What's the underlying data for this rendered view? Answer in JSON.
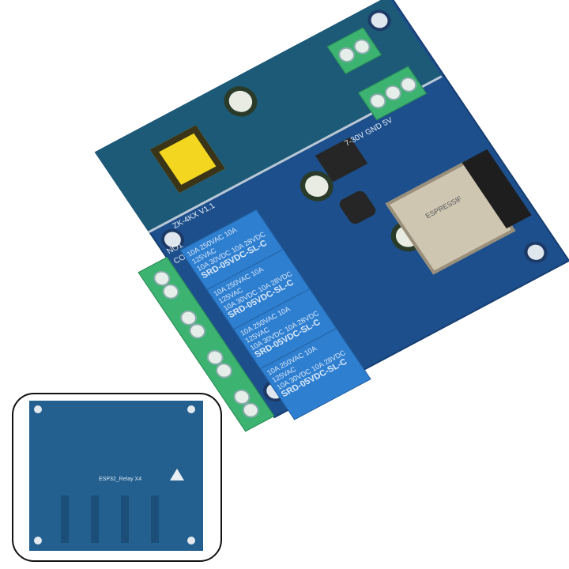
{
  "image": {
    "subject": "ESP32 4-channel relay module board",
    "background_color": "#ffffff",
    "pcb_color": "#1d4f8c",
    "terminal_color": "#3cb371",
    "relay_color": "#2f7fd0"
  },
  "main_board": {
    "power_terminal_label": "7-30V GND 5V",
    "output_labels": [
      "NO1",
      "COM"
    ],
    "board_mark": "ZK-4KX V1.1",
    "relays": [
      {
        "model": "SRD-05VDC-SL-C",
        "rating_line1": "10A 250VAC 10A 125VAC",
        "rating_line2": "10A 30VDC 10A 28VDC"
      },
      {
        "model": "SRD-05VDC-SL-C",
        "rating_line1": "10A 250VAC 10A 125VAC",
        "rating_line2": "10A 30VDC 10A 28VDC"
      },
      {
        "model": "SRD-05VDC-SL-C",
        "rating_line1": "10A 250VAC 10A 125VAC",
        "rating_line2": "10A 30VDC 10A 28VDC"
      },
      {
        "model": "SRD-05VDC-SL-C",
        "rating_line1": "10A 250VAC 10A 125VAC",
        "rating_line2": "10A 30VDC 10A 28VDC"
      }
    ],
    "module": "ESPRESSIF"
  },
  "inset": {
    "caption": "ESP32_Relay X4"
  }
}
